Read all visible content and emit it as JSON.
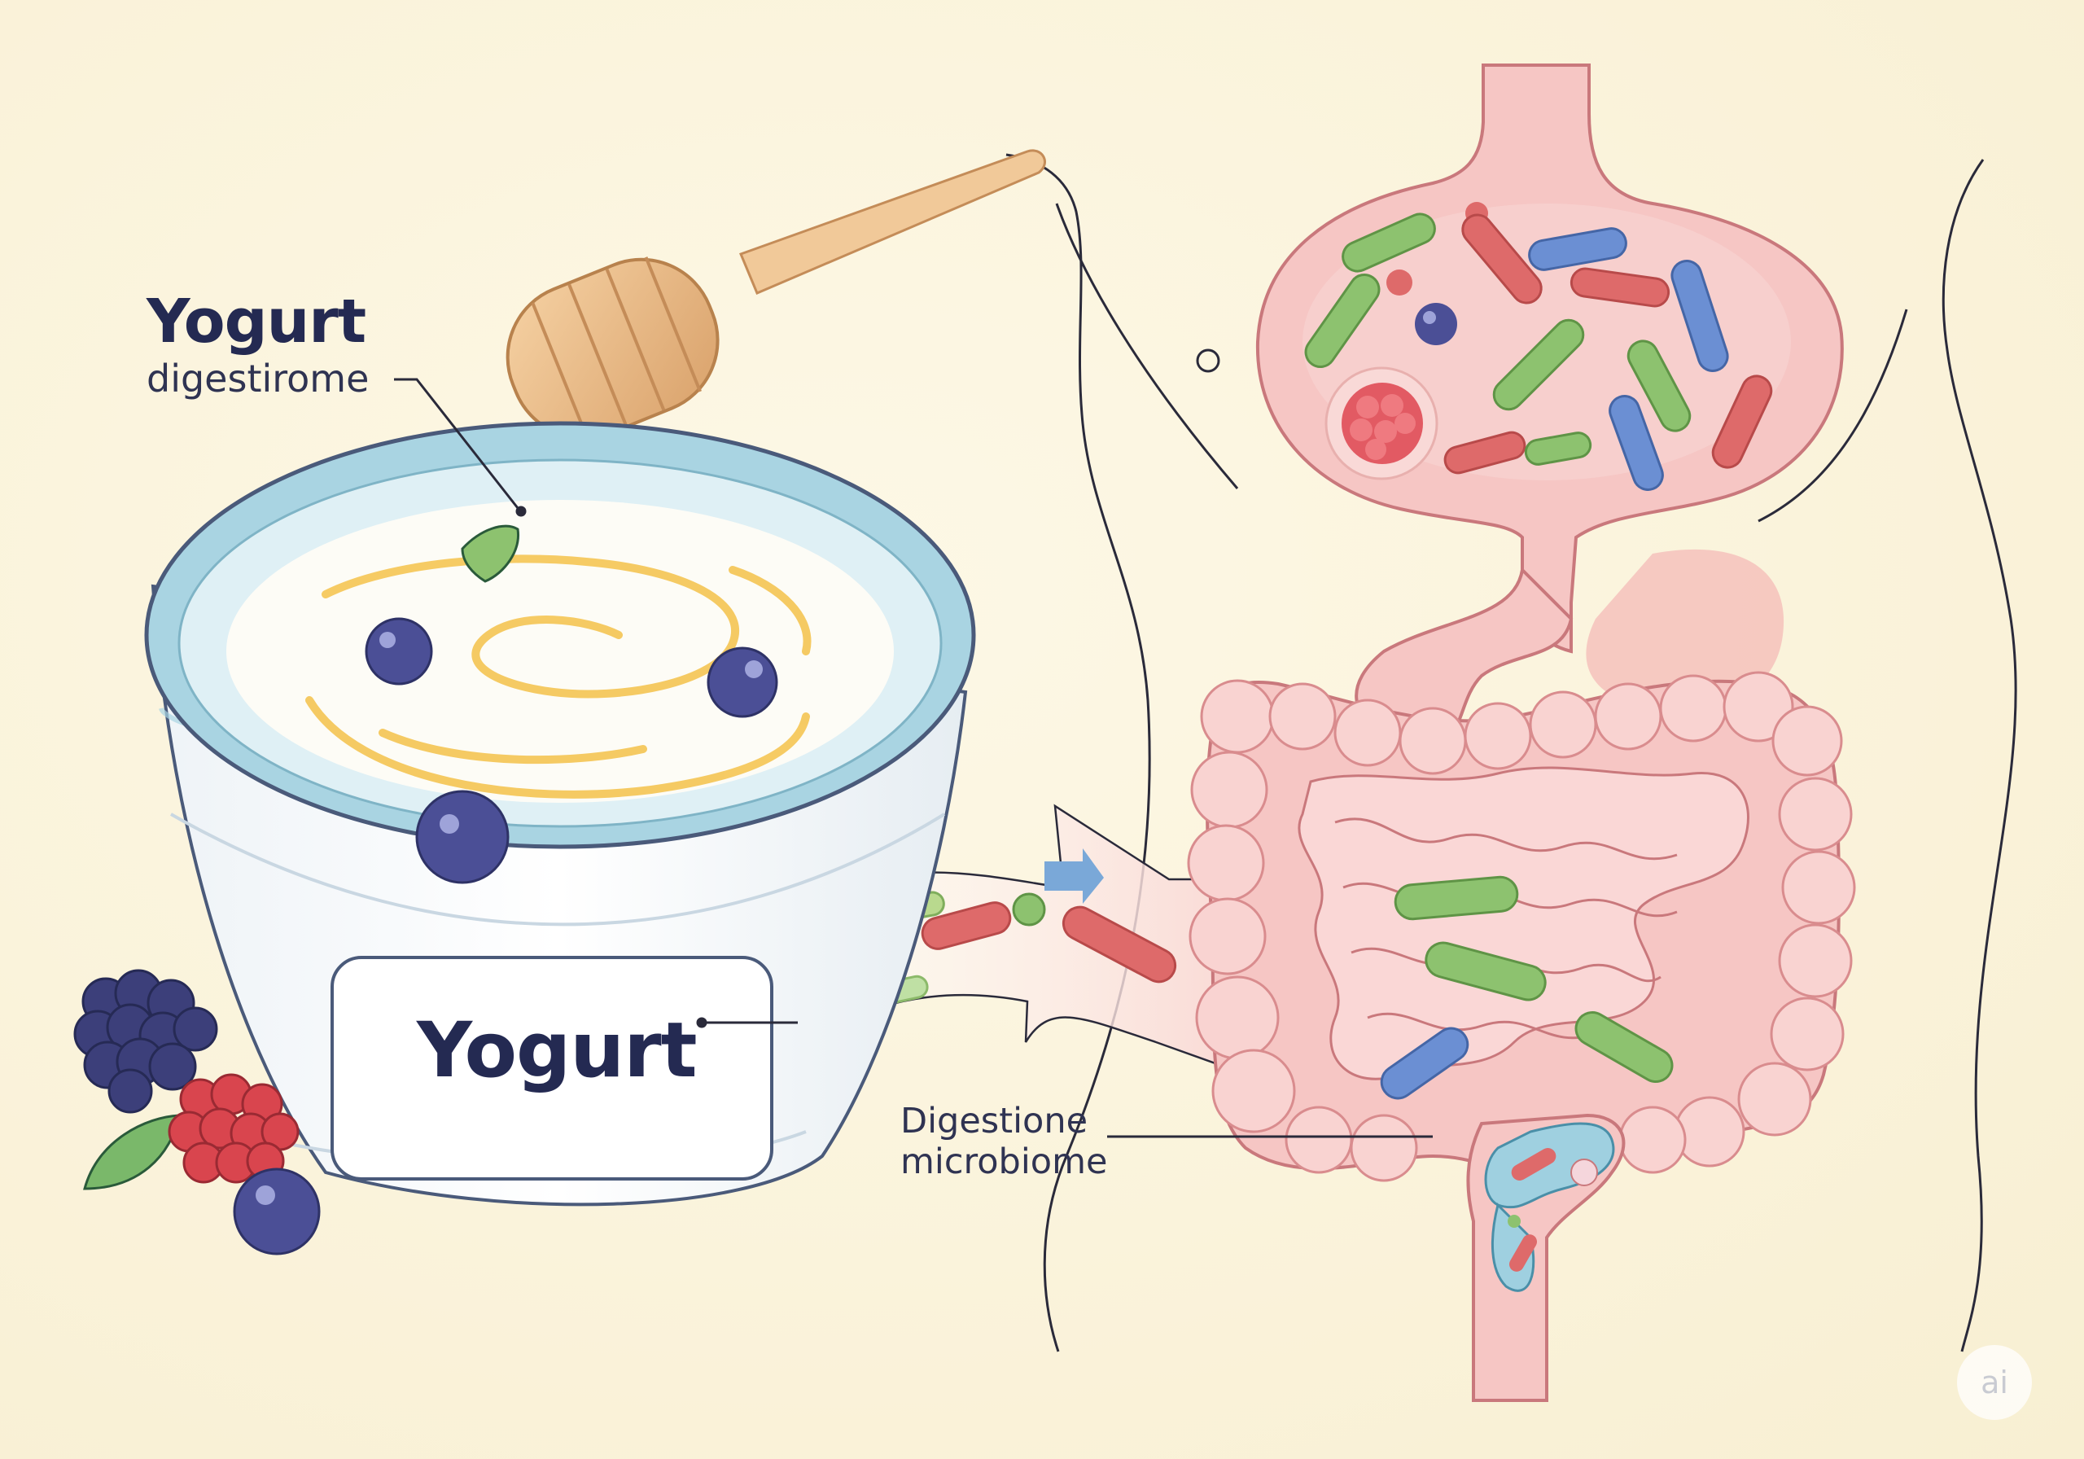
{
  "labels": {
    "title": "Yogurt",
    "subtitle": "digestirome",
    "cup_label": "Yogurt",
    "callout_line1": "Digestione",
    "callout_line2": "microbiome"
  },
  "watermark": "ai",
  "colors": {
    "background": "#faf3dc",
    "bowl_rim": "#a9d4e2",
    "yogurt": "#fdfcf6",
    "honey": "#f4c24a",
    "dipper": "#e9b983",
    "blueberry": "#4b4f96",
    "raspberry": "#d9454e",
    "blackberry": "#3c3f7a",
    "organ_pink": "#f6c6c4",
    "organ_outline": "#c9787c",
    "bacteria_green": "#8dc26f",
    "bacteria_red": "#de6a6a",
    "bacteria_blue": "#6b8fd3",
    "arrow": "#7aa8d8",
    "body_outline": "#2a2a3a",
    "text": "#242a52"
  },
  "icons": [
    "honey-dipper-icon",
    "yogurt-cup-icon",
    "blueberry-icon",
    "raspberry-icon",
    "blackberry-icon",
    "mint-leaf-icon",
    "stomach-icon",
    "intestines-icon",
    "bacteria-icon",
    "flow-arrow-icon"
  ]
}
